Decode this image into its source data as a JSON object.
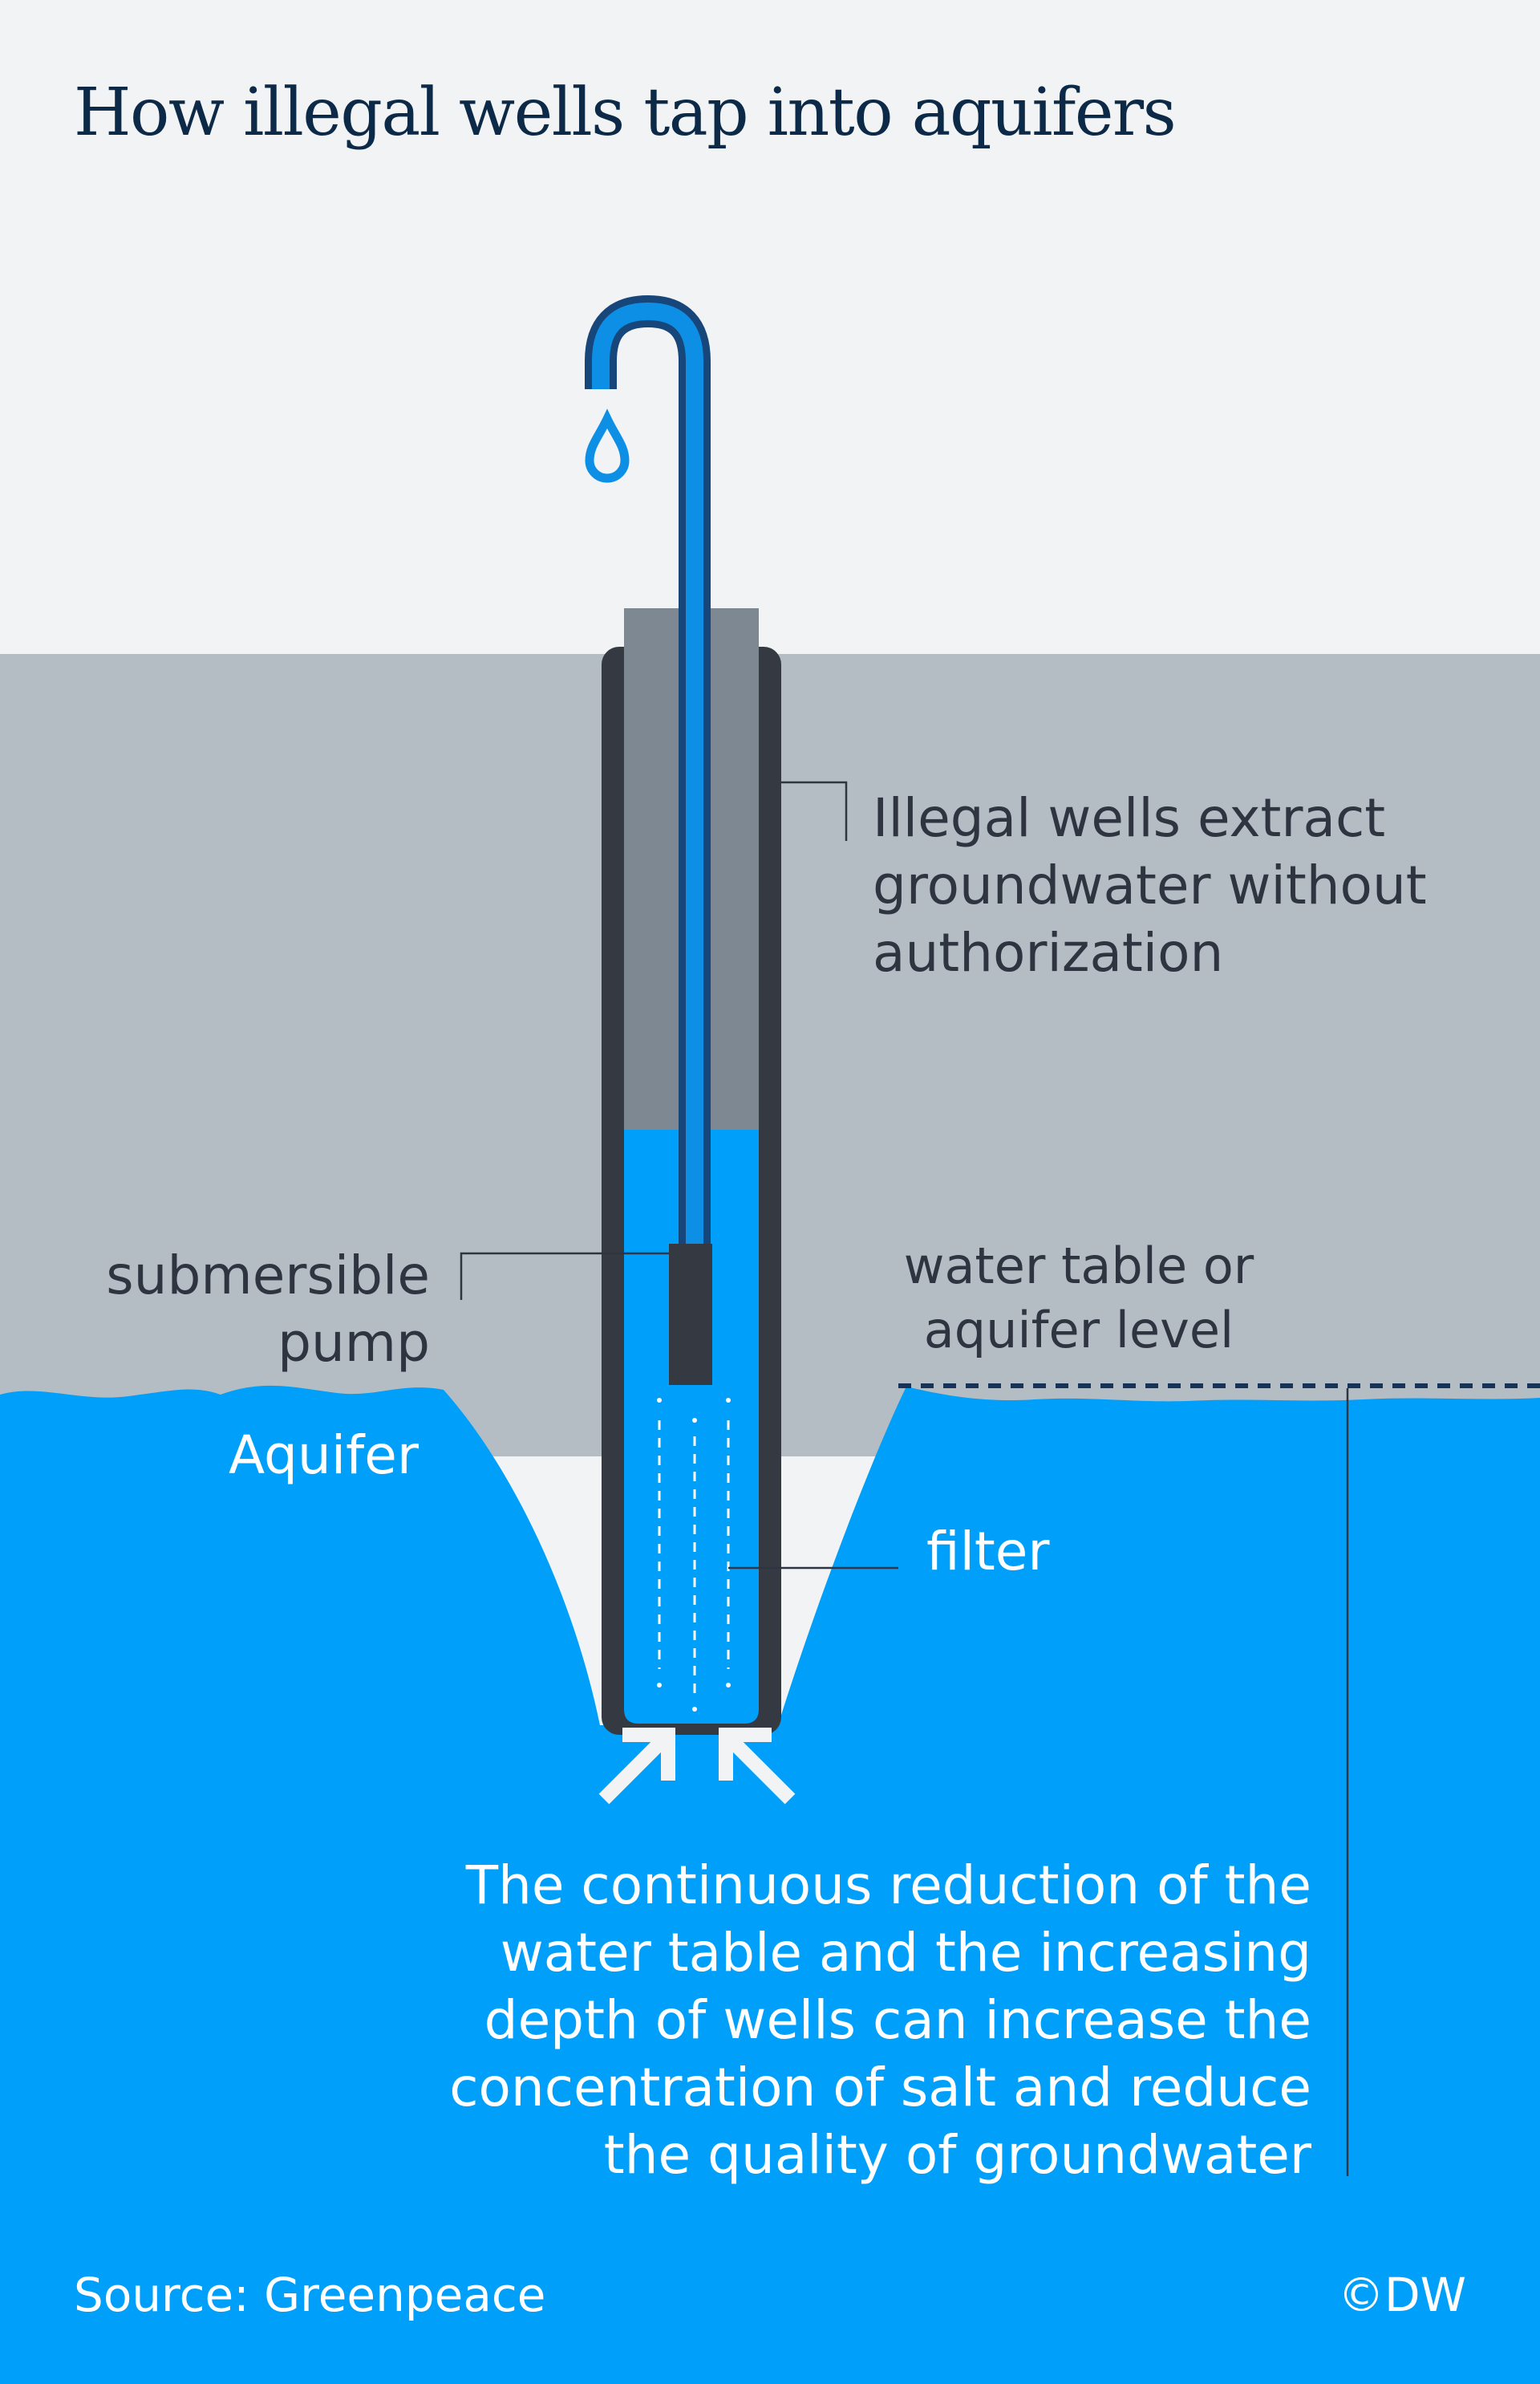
{
  "title": "How illegal wells tap into aquifers",
  "labels": {
    "wells_note": "Illegal wells extract groundwater without authorization",
    "submersible_pump": "submersible pump",
    "water_table": "water table or aquifer level",
    "aquifer": "Aquifer",
    "filter": "filter",
    "conclusion": "The continuous reduction of the water table and the increasing depth of wells can increase the concentration of salt and reduce the quality of groundwater"
  },
  "footer": {
    "source": "Source: Greenpeace",
    "credit": "©DW"
  },
  "colors": {
    "sky": "#f1f3f5",
    "ground": "#b4bcc4",
    "water": "#00a0fa",
    "pipe": "#0d87d6",
    "casing": "#353a42",
    "sleeve": "#7e8893",
    "title": "#0c2a47",
    "text_dark": "#2f3540",
    "text_light": "#ffffff"
  },
  "icons": [
    "water-drop-icon",
    "arrow-up-right-icon",
    "arrow-up-left-icon"
  ]
}
